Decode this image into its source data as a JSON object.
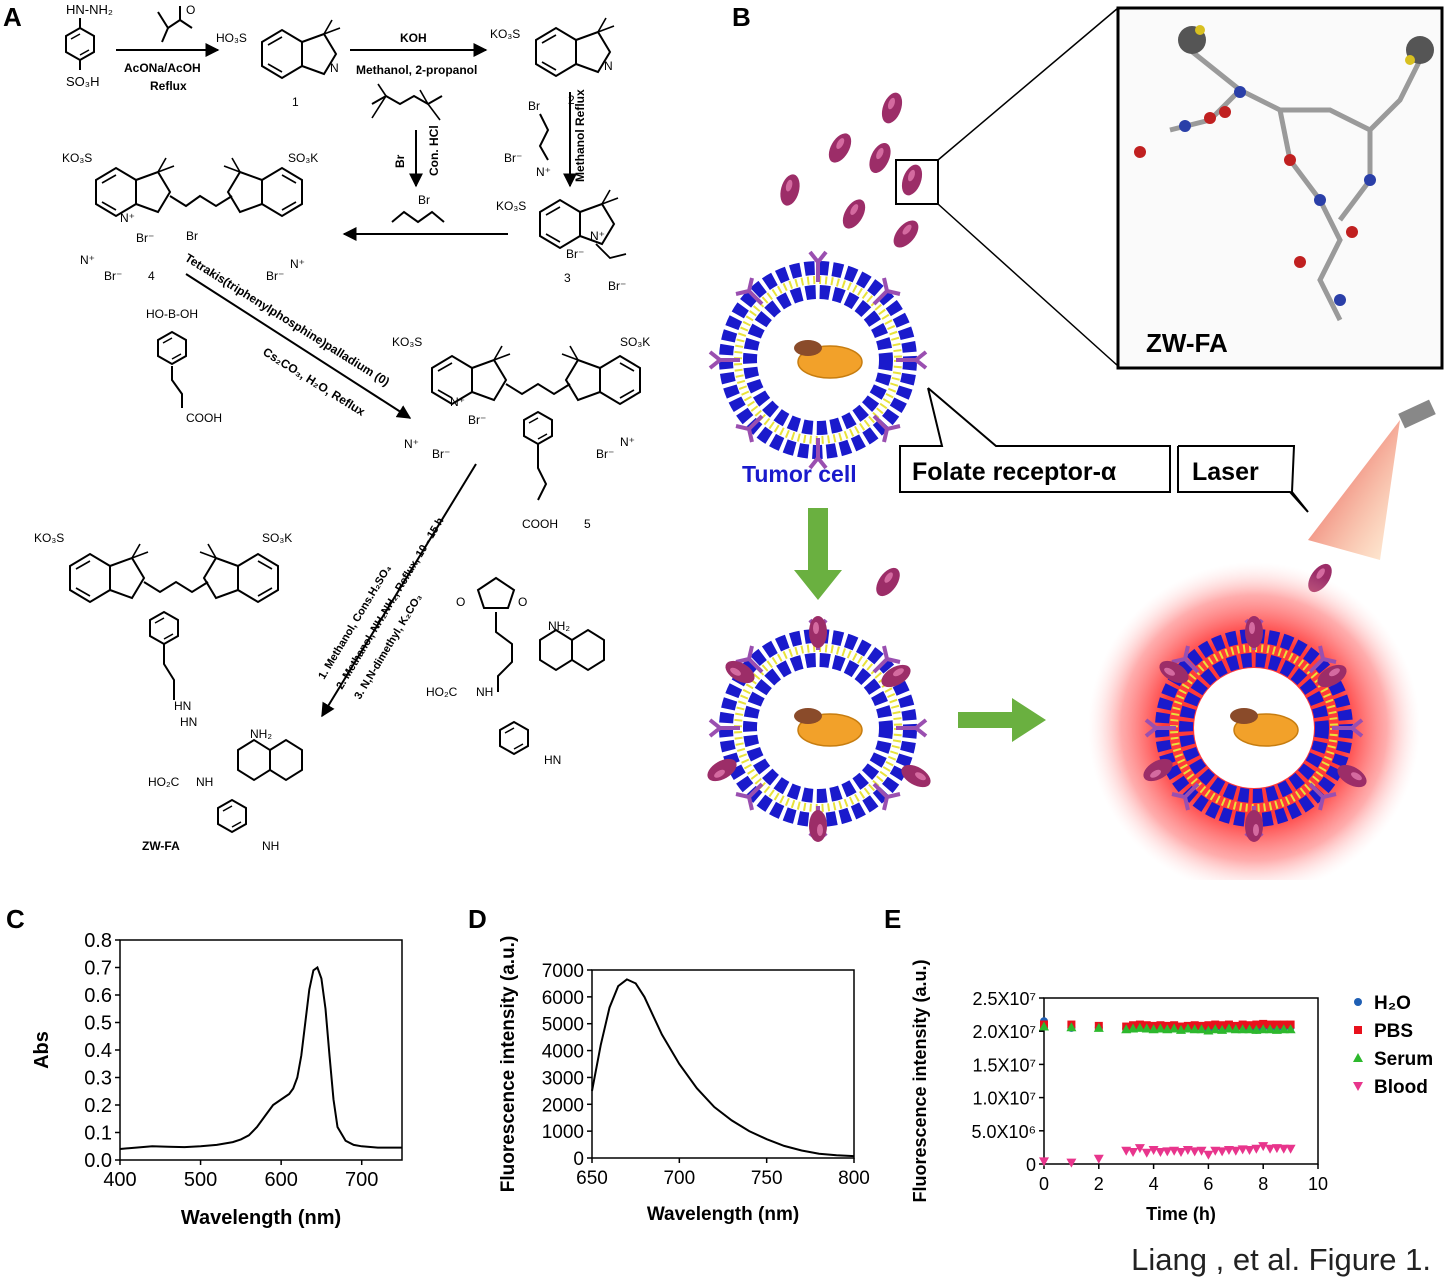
{
  "panels": {
    "a": "A",
    "b": "B",
    "c": "C",
    "d": "D",
    "e": "E"
  },
  "footer": "Liang , et al. Figure 1.",
  "scheme": {
    "reagent1_top": "",
    "reagent1": "AcONa/AcOH",
    "reagent1b": "Reflux",
    "reagent2": "KOH",
    "reagent2b": "Methanol, 2-propanol",
    "reagent_br2": "Br",
    "reagent_hcl": "Con. HCl",
    "reagent_meoh_reflux": "Methanol Reflux",
    "suzuki1": "Tetrakis(triphenylphosphine)palladium (0)",
    "suzuki2": "Cs₂CO₃, H₂O, Reflux",
    "step_final_1": "1. Methanol, Cons.H₂SO₄",
    "step_final_2": "2. Methanol, NH₂NH₂, Reflux, 10 - 15 h",
    "step_final_3": "3. N,N-dimethyl, K₂CO₃",
    "label_1": "1",
    "label_2": "2",
    "label_3": "3",
    "label_4": "4",
    "label_5": "5",
    "label_zwfa": "ZW-FA",
    "so3h": "SO₃H",
    "ho3s": "HO₃S",
    "ko3s": "KO₃S",
    "so3k": "SO₃K",
    "br": "Br",
    "brminus": "Br⁻",
    "cooh": "COOH",
    "hob_oh": "HO‑B‑OH",
    "nhnh2": "HN‑NH₂",
    "nh2": "NH₂",
    "hooc": "HO₂C",
    "hn": "HN",
    "nh": "NH",
    "n": "N",
    "nplus": "N⁺",
    "o": "O"
  },
  "diagram": {
    "zwfa": "ZW-FA",
    "tumor_cell": "Tumor cell",
    "folate_receptor": "Folate receptor-α",
    "laser": "Laser"
  },
  "chart_data": [
    {
      "type": "line",
      "title": "",
      "xlabel": "Wavelength (nm)",
      "ylabel": "Abs",
      "xlim": [
        400,
        750
      ],
      "ylim": [
        0,
        0.8
      ],
      "xticks": [
        "400",
        "500",
        "600",
        "700"
      ],
      "yticks": [
        "0.0",
        "0.1",
        "0.2",
        "0.3",
        "0.4",
        "0.5",
        "0.6",
        "0.7",
        "0.8"
      ],
      "x": [
        400,
        420,
        440,
        460,
        480,
        500,
        520,
        540,
        550,
        560,
        570,
        580,
        590,
        600,
        610,
        615,
        620,
        625,
        630,
        635,
        640,
        645,
        650,
        655,
        660,
        665,
        670,
        680,
        690,
        700,
        720,
        750
      ],
      "y": [
        0.04,
        0.045,
        0.05,
        0.048,
        0.047,
        0.05,
        0.055,
        0.065,
        0.075,
        0.09,
        0.12,
        0.16,
        0.2,
        0.22,
        0.24,
        0.26,
        0.3,
        0.38,
        0.5,
        0.62,
        0.69,
        0.7,
        0.66,
        0.55,
        0.38,
        0.22,
        0.12,
        0.07,
        0.055,
        0.05,
        0.045,
        0.045
      ]
    },
    {
      "type": "line",
      "title": "",
      "xlabel": "Wavelength (nm)",
      "ylabel": "Fluorescence intensity (a.u.)",
      "xlim": [
        650,
        800
      ],
      "ylim": [
        0,
        7000
      ],
      "xticks": [
        "650",
        "700",
        "750",
        "800"
      ],
      "yticks": [
        "0",
        "1000",
        "2000",
        "3000",
        "4000",
        "5000",
        "6000",
        "7000"
      ],
      "x": [
        650,
        655,
        660,
        665,
        670,
        675,
        680,
        685,
        690,
        700,
        710,
        720,
        730,
        740,
        750,
        760,
        770,
        780,
        790,
        800
      ],
      "y": [
        2500,
        4200,
        5600,
        6400,
        6650,
        6500,
        6000,
        5300,
        4600,
        3500,
        2600,
        1900,
        1400,
        1000,
        700,
        450,
        280,
        160,
        100,
        70
      ]
    },
    {
      "type": "scatter",
      "title": "",
      "xlabel": "Time (h)",
      "ylabel": "Fluorescence intensity (a.u.)",
      "xlim": [
        0,
        10
      ],
      "ylim": [
        0,
        25000000
      ],
      "xticks": [
        "0",
        "2",
        "4",
        "6",
        "8",
        "10"
      ],
      "yticks": [
        "0",
        "5.0X10⁶",
        "1.0X10⁷",
        "1.5X10⁷",
        "2.0X10⁷",
        "2.5X10⁷"
      ],
      "legend_position": "right",
      "x": [
        0,
        1,
        2,
        3,
        3.25,
        3.5,
        3.75,
        4,
        4.25,
        4.5,
        4.75,
        5,
        5.25,
        5.5,
        5.75,
        6,
        6.25,
        6.5,
        6.75,
        7,
        7.25,
        7.5,
        7.75,
        8,
        8.25,
        8.5,
        8.75,
        9
      ],
      "series": [
        {
          "name": "H₂O",
          "color": "#1f5fb4",
          "marker": "circle",
          "values": [
            21500000,
            20500000,
            20600000,
            20400000,
            20500000,
            20600000,
            20500000,
            20400000,
            20500000,
            20600000,
            20500000,
            20400000,
            20500000,
            20400000,
            20600000,
            20300000,
            20400000,
            20500000,
            20400000,
            20600000,
            20500000,
            20400000,
            20200000,
            20500000,
            20600000,
            20400000,
            20500000,
            20600000
          ]
        },
        {
          "name": "PBS",
          "color": "#e8101c",
          "marker": "square",
          "values": [
            21000000,
            21000000,
            20800000,
            20700000,
            20900000,
            21000000,
            20900000,
            20800000,
            20900000,
            20800000,
            20900000,
            20700000,
            20800000,
            20900000,
            20800000,
            20900000,
            21000000,
            20900000,
            21000000,
            20800000,
            21000000,
            20900000,
            21000000,
            21100000,
            21000000,
            21000000,
            21000000,
            21000000
          ]
        },
        {
          "name": "Serum",
          "color": "#2db82d",
          "marker": "triangle-up",
          "values": [
            20700000,
            20600000,
            20500000,
            20300000,
            20400000,
            20500000,
            20400000,
            20300000,
            20400000,
            20300000,
            20400000,
            20200000,
            20400000,
            20300000,
            20300000,
            20100000,
            20300000,
            20200000,
            20400000,
            20300000,
            20300000,
            20300000,
            20200000,
            20300000,
            20300000,
            20200000,
            20300000,
            20300000
          ]
        },
        {
          "name": "Blood",
          "color": "#e8358c",
          "marker": "triangle-down",
          "values": [
            400000,
            200000,
            800000,
            2000000,
            1800000,
            2400000,
            1700000,
            2100000,
            1800000,
            1900000,
            2000000,
            1800000,
            2100000,
            1900000,
            2000000,
            1400000,
            2000000,
            1900000,
            2100000,
            2000000,
            2200000,
            2100000,
            2300000,
            2700000,
            2300000,
            2400000,
            2300000,
            2300000
          ]
        }
      ]
    }
  ]
}
